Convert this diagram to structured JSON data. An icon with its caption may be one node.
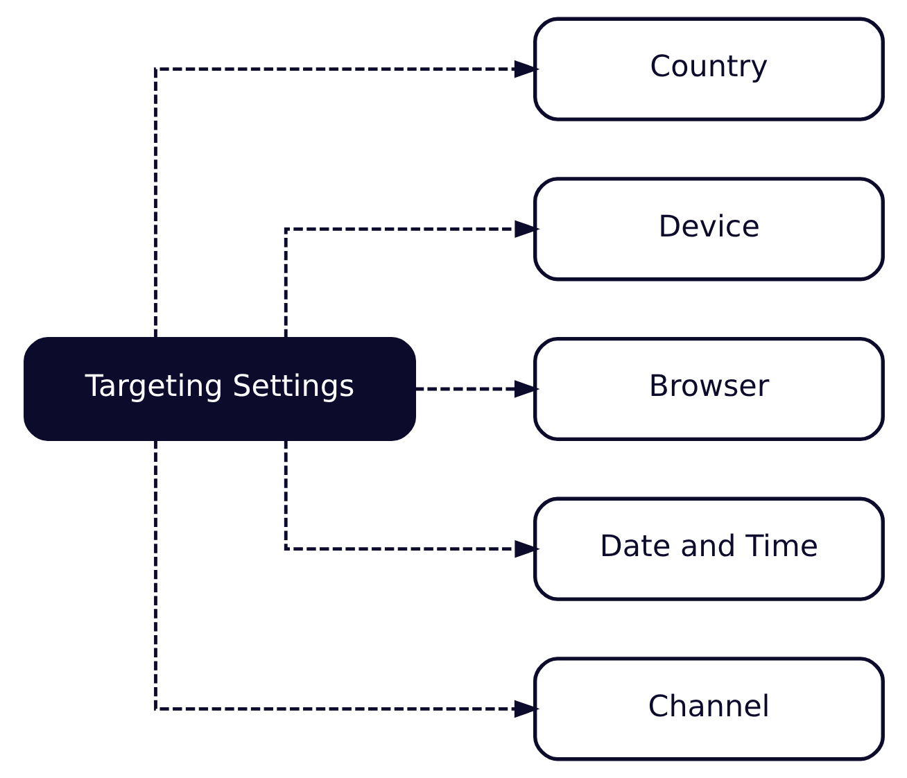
{
  "diagram": {
    "nodes": [
      {
        "text": [
          "Targeting Settings"
        ]
      },
      {
        "text": [
          "Country"
        ]
      },
      {
        "text": [
          "Device"
        ]
      },
      {
        "text": [
          "Browser"
        ]
      },
      {
        "text": [
          "Date and Time"
        ]
      },
      {
        "text": [
          "Channel"
        ]
      }
    ],
    "edges": [
      {
        "from": 0,
        "to": 1,
        "arrow": "to",
        "style": "dashed"
      },
      {
        "from": 0,
        "to": 2,
        "arrow": "to",
        "style": "dashed"
      },
      {
        "from": 0,
        "to": 3,
        "arrow": "to",
        "style": "dashed"
      },
      {
        "from": 0,
        "to": 4,
        "arrow": "to",
        "style": "dashed"
      },
      {
        "from": 0,
        "to": 5,
        "arrow": "to",
        "style": "dashed"
      }
    ]
  }
}
